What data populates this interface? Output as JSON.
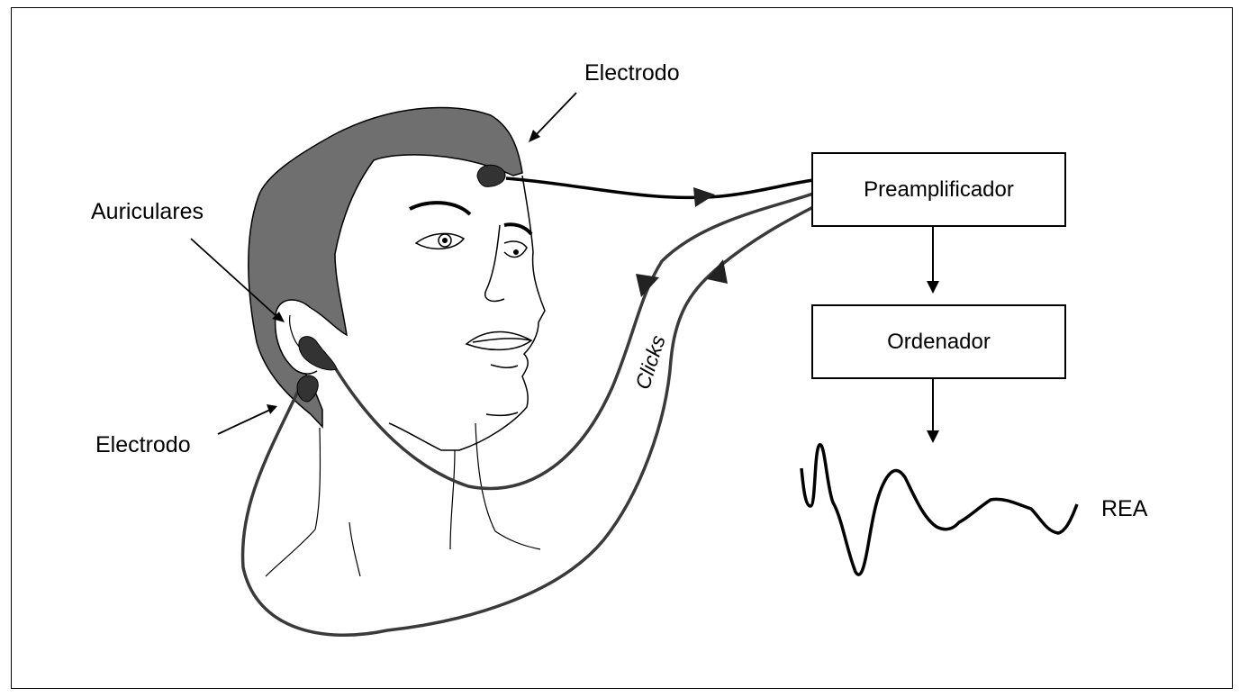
{
  "labels": {
    "electrode_top": "Electrodo",
    "earphones": "Auriculares",
    "electrode_bottom": "Electrodo",
    "clicks": "Clicks",
    "aep": "REA"
  },
  "boxes": {
    "preamplifier": "Preamplificador",
    "computer": "Ordenador"
  },
  "colors": {
    "hair": "#6f6f6f",
    "cable": "#3a3a3a",
    "line": "#000000",
    "background": "#ffffff"
  }
}
